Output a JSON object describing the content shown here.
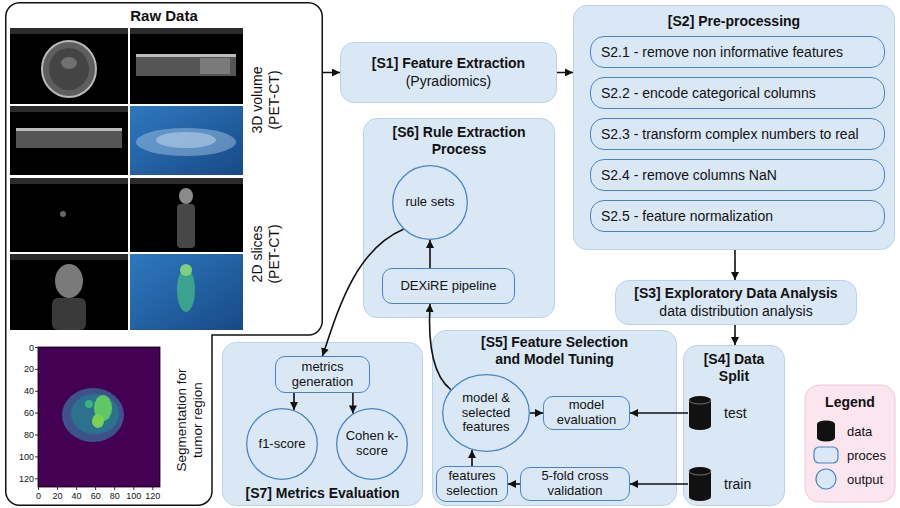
{
  "diagram": {
    "nodes": [
      {
        "text": [
          "Raw Data"
        ]
      },
      {
        "text": [
          "[S1] Feature Extraction",
          "(Pyradiomics)"
        ]
      },
      {
        "text": [
          "[S2] Pre-processing"
        ]
      },
      {
        "text": [
          "S2.1 - remove non informative features"
        ],
        "in": 2
      },
      {
        "text": [
          "S2.2 - encode categorical columns"
        ],
        "in": 2
      },
      {
        "text": [
          "S2.3 - transform complex numbers to real"
        ],
        "in": 2
      },
      {
        "text": [
          "S2.4 - remove columns NaN"
        ],
        "in": 2
      },
      {
        "text": [
          "S2.5 - feature normalization"
        ],
        "in": 2
      },
      {
        "text": [
          "[S3] Exploratory Data Analysis",
          "data distribution analysis"
        ]
      },
      {
        "text": [
          "[S4] Data Split"
        ]
      },
      {
        "text": [
          "test"
        ],
        "in": 9
      },
      {
        "text": [
          "train"
        ],
        "in": 9
      },
      {
        "text": [
          "[S5] Feature Selection and Model Tuning"
        ]
      },
      {
        "text": [
          "model & selected features"
        ],
        "in": 12
      },
      {
        "text": [
          "model evaluation"
        ],
        "in": 12
      },
      {
        "text": [
          "features selection"
        ],
        "in": 12
      },
      {
        "text": [
          "5-fold cross validation"
        ],
        "in": 12
      },
      {
        "text": [
          "[S6] Rule Extraction Process"
        ]
      },
      {
        "text": [
          "rule sets"
        ],
        "in": 17
      },
      {
        "text": [
          "DEXiRE pipeline"
        ],
        "in": 17
      },
      {
        "text": [
          "[S7] Metrics Evaluation"
        ]
      },
      {
        "text": [
          "metrics generation"
        ],
        "in": 20
      },
      {
        "text": [
          "f1-score"
        ],
        "in": 20
      },
      {
        "text": [
          "Cohen k-score"
        ],
        "in": 20
      }
    ],
    "edges": [
      {
        "from": 0,
        "to": 1,
        "arrow": "to"
      },
      {
        "from": 1,
        "to": 2,
        "arrow": "to"
      },
      {
        "from": 2,
        "to": 8,
        "arrow": "to"
      },
      {
        "from": 8,
        "to": 9,
        "arrow": "to"
      },
      {
        "from": 10,
        "to": 14,
        "arrow": "to"
      },
      {
        "from": 11,
        "to": 16,
        "arrow": "to"
      },
      {
        "from": 16,
        "to": 15,
        "arrow": "to"
      },
      {
        "from": 15,
        "to": 13,
        "arrow": "to"
      },
      {
        "from": 13,
        "to": 14,
        "arrow": "to"
      },
      {
        "from": 13,
        "to": 19,
        "arrow": "to"
      },
      {
        "from": 19,
        "to": 18,
        "arrow": "to"
      },
      {
        "from": 18,
        "to": 21,
        "arrow": "to"
      },
      {
        "from": 21,
        "to": 22,
        "arrow": "to"
      },
      {
        "from": 21,
        "to": 23,
        "arrow": "to"
      }
    ],
    "labels": [
      "3D volume (PET-CT)",
      "2D slices (PET-CT)",
      "Segmentation for tumor region",
      "0",
      "20",
      "40",
      "60",
      "80",
      "100",
      "120",
      "0",
      "20",
      "40",
      "60",
      "80",
      "100",
      "120",
      "Legend"
    ],
    "legend": [
      {
        "text": "data"
      },
      {
        "text": "proces"
      },
      {
        "text": "output"
      }
    ]
  }
}
